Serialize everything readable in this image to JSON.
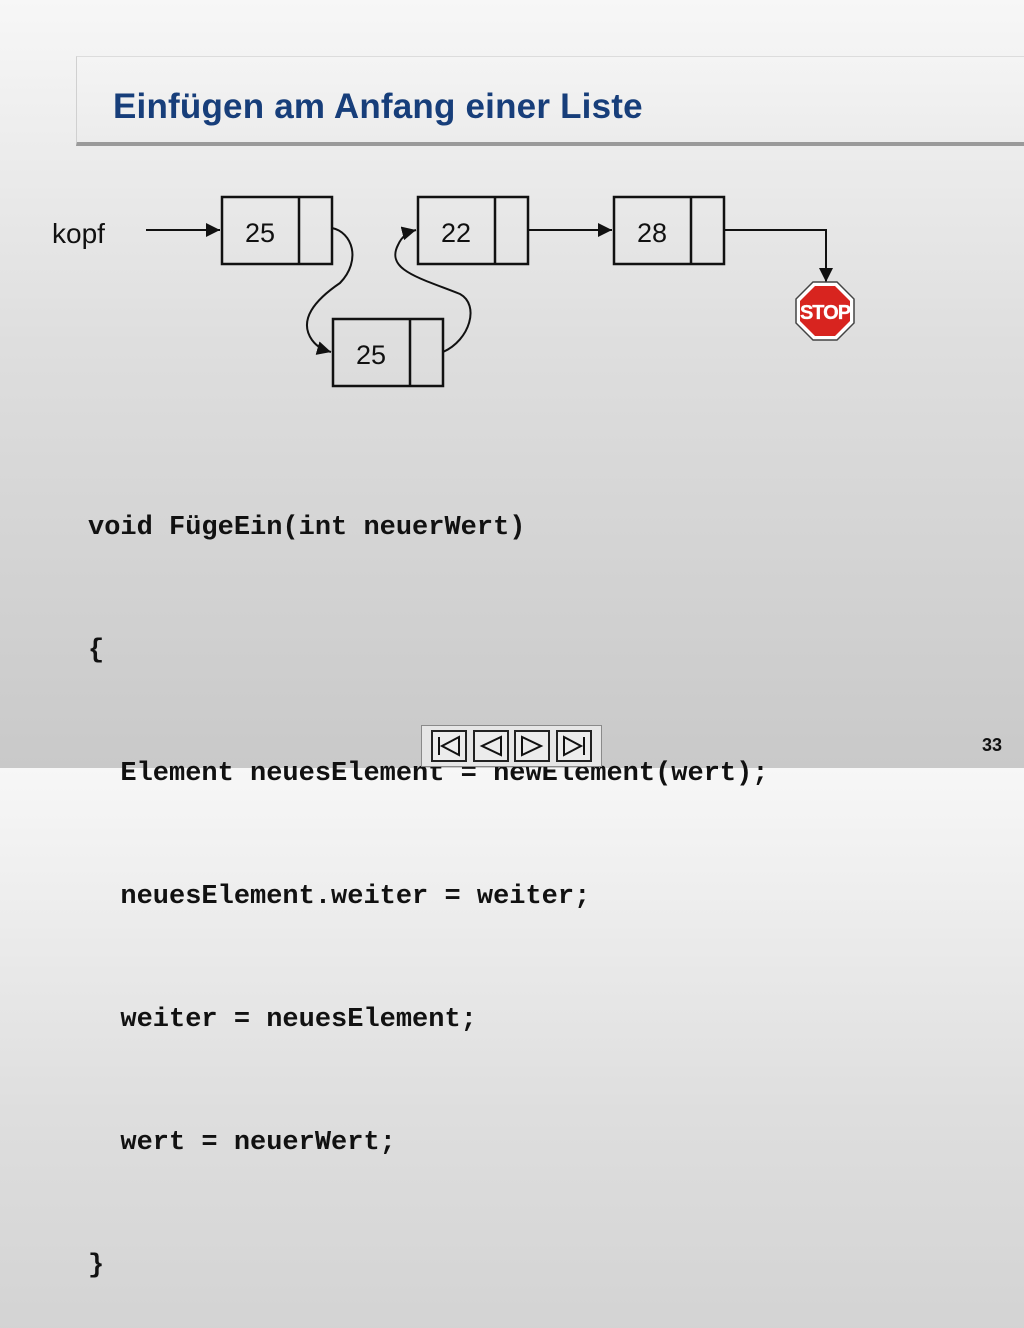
{
  "slide": {
    "title": "Einfügen am Anfang einer Liste",
    "page_number": "33"
  },
  "diagram": {
    "head_label": "kopf",
    "nodes": [
      {
        "value": "25"
      },
      {
        "value": "22"
      },
      {
        "value": "28"
      },
      {
        "value": "25"
      }
    ],
    "stop_sign": {
      "text": "STOP",
      "fill": "#d8241f"
    }
  },
  "code": {
    "lines": [
      "void FügeEin(int neuerWert)",
      "{",
      "  Element neuesElement = newElement(wert);",
      "  neuesElement.weiter = weiter;",
      "  weiter = neuesElement;",
      "  wert = neuerWert;",
      "}"
    ]
  },
  "navigation": {
    "buttons": [
      {
        "name": "first-slide-button",
        "icon": "first-icon"
      },
      {
        "name": "previous-slide-button",
        "icon": "previous-icon"
      },
      {
        "name": "next-slide-button",
        "icon": "next-icon"
      },
      {
        "name": "last-slide-button",
        "icon": "last-icon"
      }
    ]
  },
  "colors": {
    "title": "#173e7a",
    "stop": "#d8241f"
  }
}
